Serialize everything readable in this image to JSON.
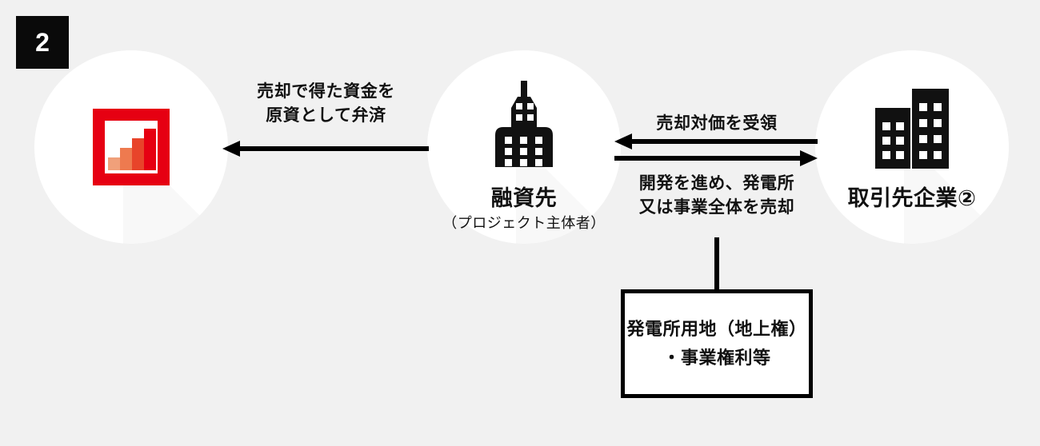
{
  "diagram": {
    "step_badge": "2",
    "background_color": "#f1f1f1",
    "accent_color": "#e60012",
    "ink_color": "#111111"
  },
  "nodes": [
    {
      "id": "borrower-asset",
      "icon": "bar-chart-icon",
      "label_main": "",
      "label_sub": ""
    },
    {
      "id": "project-company",
      "icon": "office-tower-icon",
      "label_main": "融資先",
      "label_sub": "（プロジェクト主体者）"
    },
    {
      "id": "partner-company",
      "icon": "two-buildings-icon",
      "label_main": "取引先企業②",
      "label_sub": ""
    }
  ],
  "flows": [
    {
      "id": "repayment",
      "label": "売却で得た資金を\n原資として弁済",
      "direction": "left"
    },
    {
      "id": "receive-consideration",
      "label": "売却対価を受領",
      "direction": "left"
    },
    {
      "id": "develop-and-sell",
      "label": "開発を進め、発電所\n又は事業全体を売却",
      "direction": "right"
    }
  ],
  "outcome_box": {
    "line1": "発電所用地（地上権）",
    "line2": "・事業権利等"
  },
  "chart_icon": {
    "bar_colors": [
      "#f0a07a",
      "#ee7a4f",
      "#e8442a",
      "#e60012"
    ],
    "bar_heights": [
      16,
      28,
      40,
      52
    ],
    "frame_color": "#e60012"
  }
}
